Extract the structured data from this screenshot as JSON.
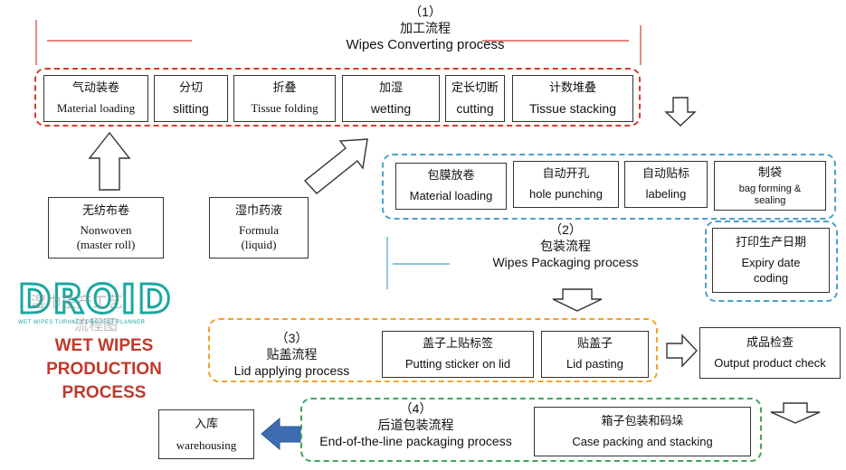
{
  "colors": {
    "red": "#d43b2b",
    "blue": "#4a9fd0",
    "orange": "#f0a32a",
    "green": "#3fa65a",
    "arrow_blue": "#3d6cb3",
    "logo_teal": "#1aa8a0",
    "brand_red": "#c0392b"
  },
  "converting": {
    "number": "（1）",
    "title_zh": "加工流程",
    "title_en": "Wipes Converting process",
    "steps": [
      {
        "zh": "气动装卷",
        "en": "Material loading"
      },
      {
        "zh": "分切",
        "en": "slitting"
      },
      {
        "zh": "折叠",
        "en": "Tissue folding"
      },
      {
        "zh": "加湿",
        "en": "wetting"
      },
      {
        "zh": "定长切断",
        "en": "cutting"
      },
      {
        "zh": "计数堆叠",
        "en": "Tissue stacking"
      }
    ]
  },
  "inputs": [
    {
      "zh": "无纺布卷",
      "en1": "Nonwoven",
      "en2": "(master roll)"
    },
    {
      "zh": "湿巾药液",
      "en1": "Formula",
      "en2": "(liquid)"
    }
  ],
  "packaging": {
    "number": "（2）",
    "title_zh": "包装流程",
    "title_en": "Wipes Packaging process",
    "steps": [
      {
        "zh": "包膜放卷",
        "en": "Material loading"
      },
      {
        "zh": "自动开孔",
        "en": "hole punching"
      },
      {
        "zh": "自动贴标",
        "en": "labeling"
      },
      {
        "zh": "制袋",
        "en": "bag forming & sealing"
      }
    ],
    "expiry": {
      "zh": "打印生产日期",
      "en": "Expiry date coding"
    }
  },
  "lid": {
    "number": "（3）",
    "title_zh": "贴盖流程",
    "title_en": "Lid applying process",
    "steps": [
      {
        "zh": "盖子上贴标签",
        "en": "Putting sticker on lid"
      },
      {
        "zh": "贴盖子",
        "en": "Lid pasting"
      }
    ],
    "check": {
      "zh": "成品检查",
      "en": "Output product check"
    }
  },
  "endline": {
    "number": "（4）",
    "title_zh": "后道包装流程",
    "title_en": "End-of-the-line packaging process",
    "case": {
      "zh": "箱子包装和码垛",
      "en": "Case packing and stacking"
    },
    "warehouse": {
      "zh": "入库",
      "en": "warehousing"
    }
  },
  "brand": {
    "logo": "DROID",
    "tagline": "WET WIPES TURNKEY PROJECT PLANNER",
    "overlay1": "湿巾生产工艺",
    "overlay2": "流程图",
    "line1": "WET WIPES",
    "line2": "PRODUCTION",
    "line3": "PROCESS"
  }
}
